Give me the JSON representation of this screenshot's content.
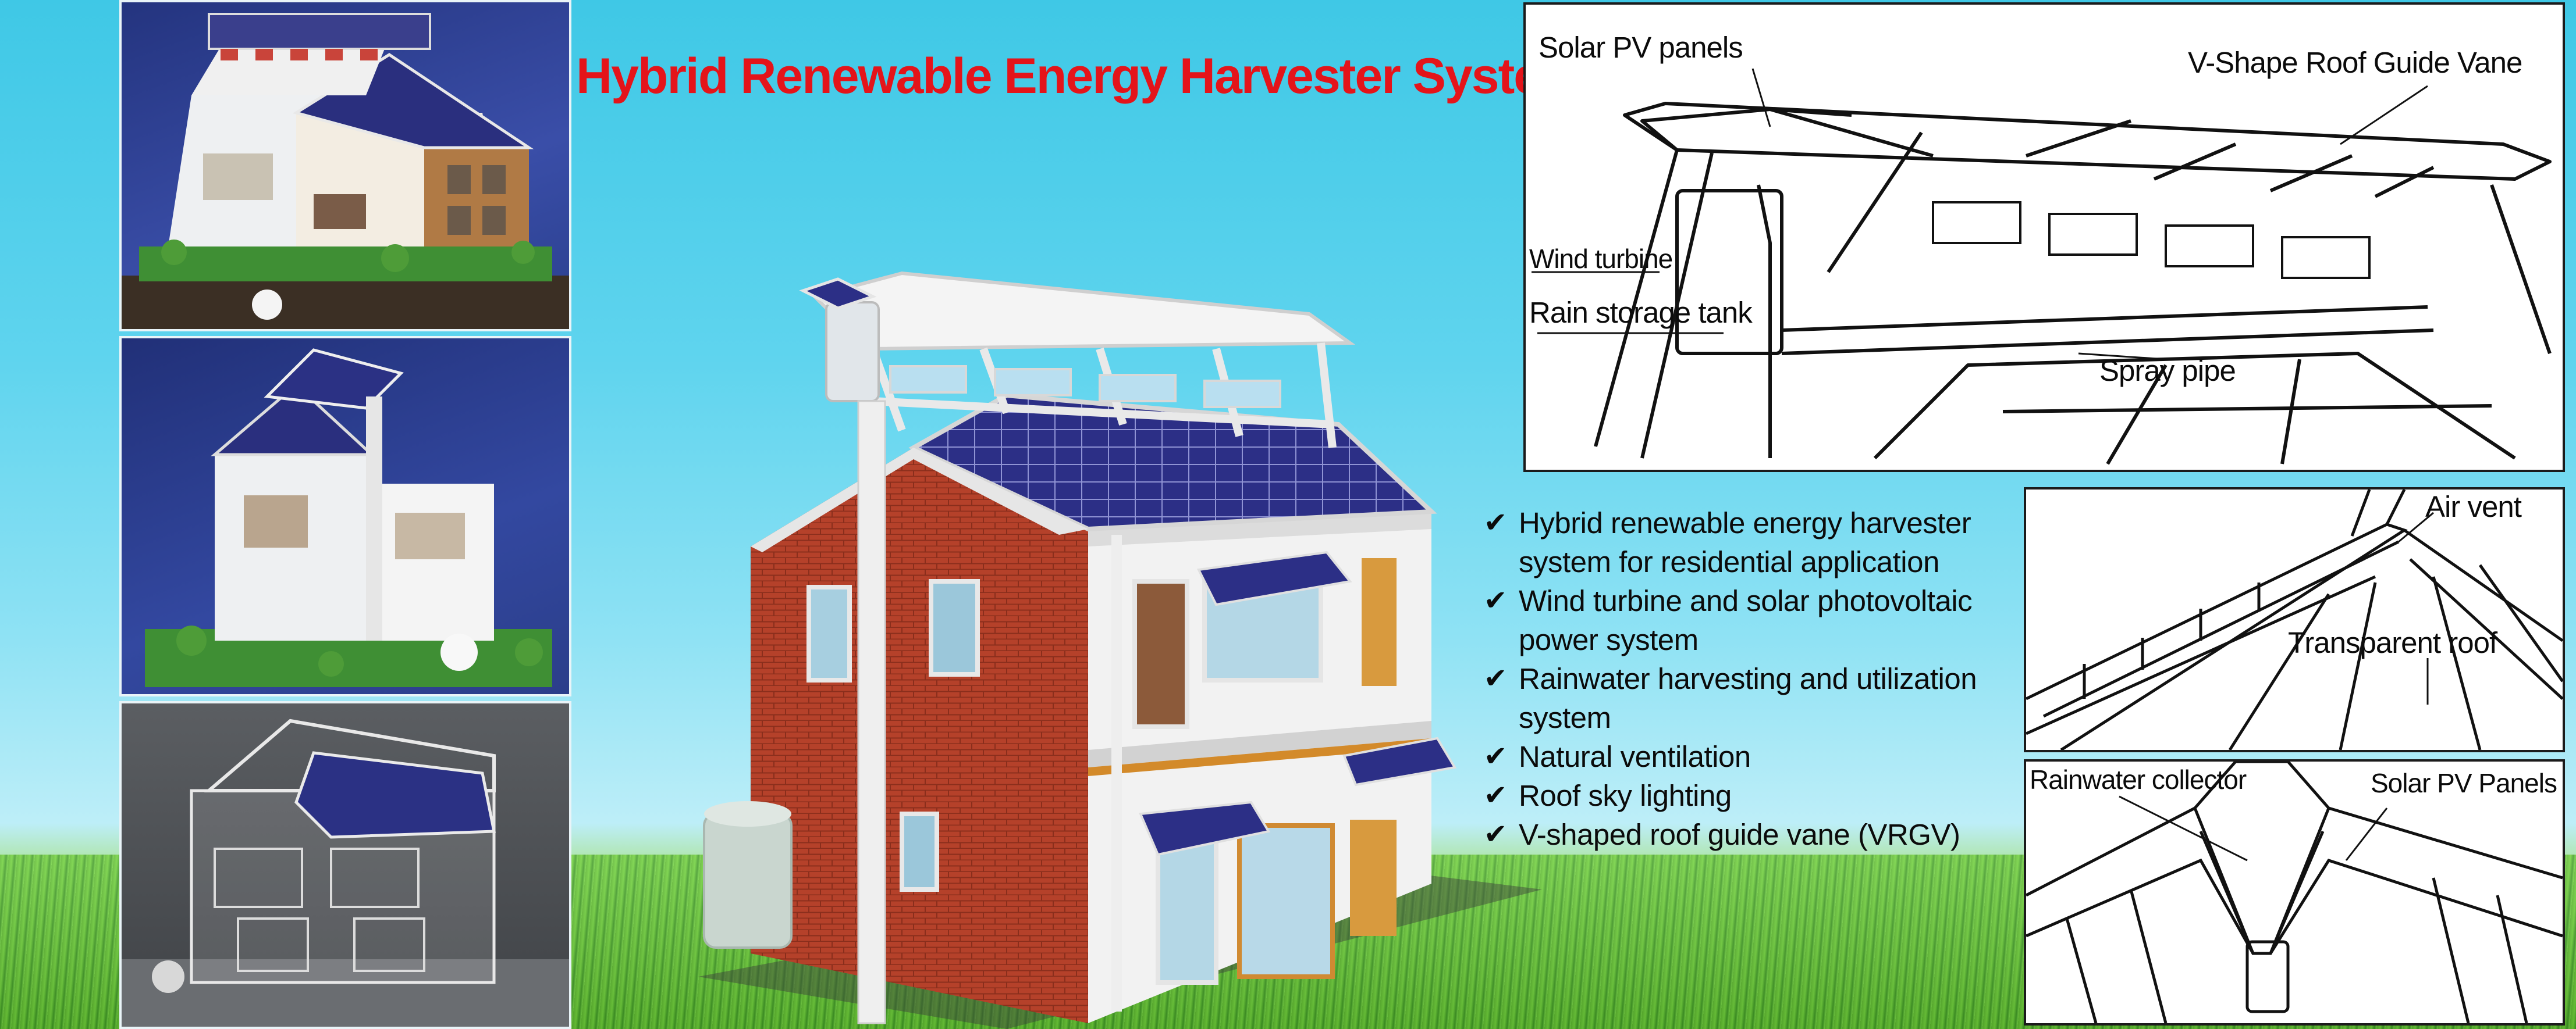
{
  "title": "Hybrid Renewable Energy Harvester System",
  "features": [
    "Hybrid renewable energy harvester system for residential application",
    "Wind turbine and solar photovoltaic power system",
    "Rainwater harvesting and utilization system",
    "Natural ventilation",
    "Roof sky lighting",
    "V-shaped roof guide vane (VRGV)"
  ],
  "check_glyph": "✔",
  "diagram_top": {
    "labels": {
      "solar_pv": "Solar PV panels",
      "vane": "V-Shape Roof Guide Vane",
      "wind": "Wind turbine",
      "rain_tank": "Rain storage tank",
      "spray": "Spray pipe"
    }
  },
  "diagram_mid": {
    "labels": {
      "air_vent": "Air vent",
      "transparent_roof": "Transparent roof"
    }
  },
  "diagram_bot": {
    "labels": {
      "rain_collector": "Rainwater collector",
      "solar_pv": "Solar PV Panels"
    }
  },
  "colors": {
    "title": "#e4141a",
    "sky": "#4fcfea",
    "grass": "#5cb82f",
    "brick": "#b5412a",
    "solar_panel": "#2c2f86"
  }
}
